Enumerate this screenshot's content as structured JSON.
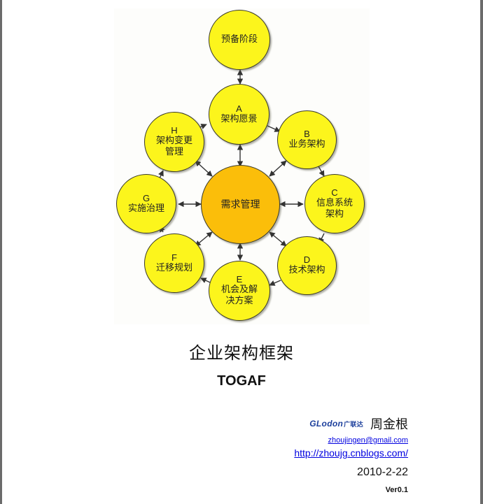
{
  "diagram": {
    "center": {
      "label": "需求管理",
      "color": "#fbbe0a"
    },
    "preliminary": {
      "label": "预备阶段"
    },
    "phases": [
      {
        "letter": "A",
        "line1": "架构愿景",
        "line2": ""
      },
      {
        "letter": "B",
        "line1": "业务架构",
        "line2": ""
      },
      {
        "letter": "C",
        "line1": "信息系统",
        "line2": "架构"
      },
      {
        "letter": "D",
        "line1": "技术架构",
        "line2": ""
      },
      {
        "letter": "E",
        "line1": "机会及解",
        "line2": "决方案"
      },
      {
        "letter": "F",
        "line1": "迁移规划",
        "line2": ""
      },
      {
        "letter": "G",
        "line1": "实施治理",
        "line2": ""
      },
      {
        "letter": "H",
        "line1": "架构变更",
        "line2": "管理"
      }
    ],
    "node_color": "#fcf51c"
  },
  "document": {
    "title_cn": "企业架构框架",
    "title_en": "TOGAF",
    "logo_text": "GLodon",
    "logo_cn": "广联达",
    "author": "周金根",
    "email": "zhoujingen@gmail.com",
    "url": "http://zhoujg.cnblogs.com/",
    "date": "2010-2-22",
    "version": "Ver0.1"
  }
}
